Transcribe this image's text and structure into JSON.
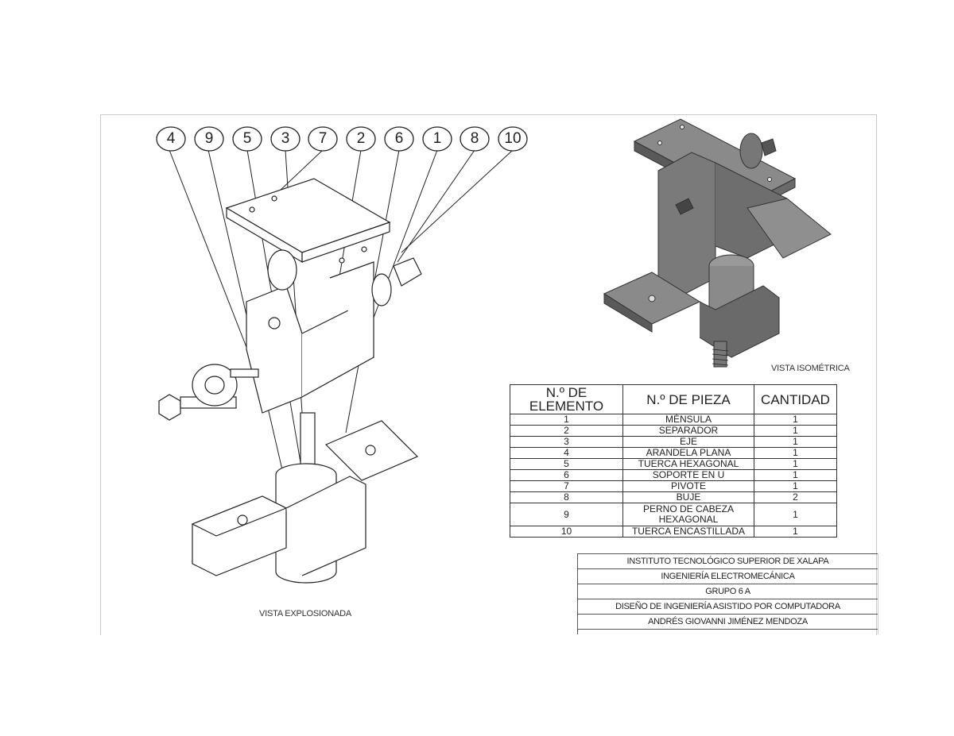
{
  "balloons": [
    "4",
    "9",
    "5",
    "3",
    "7",
    "2",
    "6",
    "1",
    "8",
    "10"
  ],
  "views": {
    "exploded_label": "VISTA EXPLOSIONADA",
    "isometric_label": "VISTA ISOMÉTRICA"
  },
  "bom": {
    "headers": [
      "N.º DE ELEMENTO",
      "N.º DE PIEZA",
      "CANTIDAD"
    ],
    "rows": [
      {
        "item": "1",
        "part": "MÉNSULA",
        "qty": "1"
      },
      {
        "item": "2",
        "part": "SEPARADOR",
        "qty": "1"
      },
      {
        "item": "3",
        "part": "EJE",
        "qty": "1"
      },
      {
        "item": "4",
        "part": "ARANDELA PLANA",
        "qty": "1"
      },
      {
        "item": "5",
        "part": "TUERCA HEXAGONAL",
        "qty": "1"
      },
      {
        "item": "6",
        "part": "SOPORTE EN U",
        "qty": "1"
      },
      {
        "item": "7",
        "part": "PIVOTE",
        "qty": "1"
      },
      {
        "item": "8",
        "part": "BUJE",
        "qty": "2"
      },
      {
        "item": "9",
        "part": "PERNO DE CABEZA HEXAGONAL",
        "qty": "1"
      },
      {
        "item": "10",
        "part": "TUERCA ENCASTILLADA",
        "qty": "1"
      }
    ]
  },
  "title_block": [
    "INSTITUTO TECNOLÓGICO SUPERIOR DE XALAPA",
    "INGENIERÍA ELECTROMECÁNICA",
    "GRUPO 6 A",
    "DISEÑO DE INGENIERÍA ASISTIDO POR COMPUTADORA",
    "ANDRÉS GIOVANNI JIMÉNEZ MENDOZA"
  ]
}
